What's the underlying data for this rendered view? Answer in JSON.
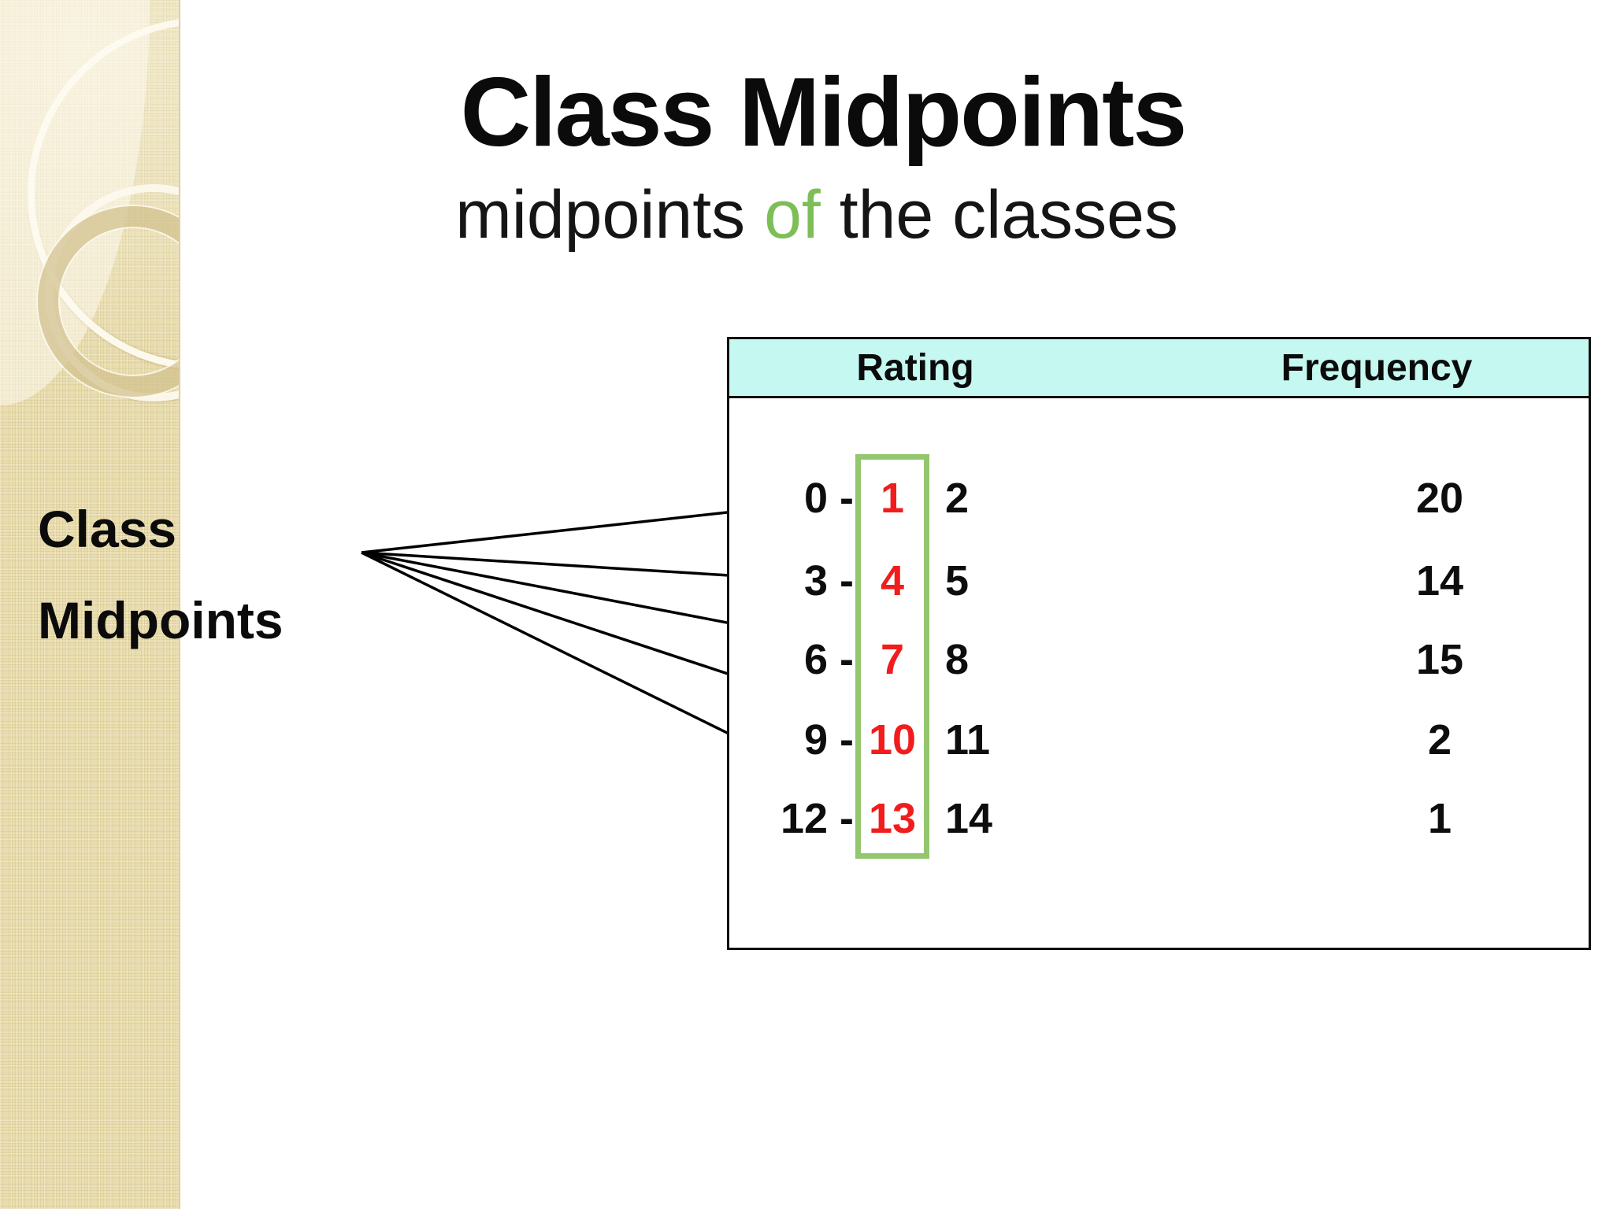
{
  "slide": {
    "title": "Class Midpoints",
    "subtitle_pre": "midpoints ",
    "subtitle_highlight": "of",
    "subtitle_post": " the classes",
    "label_line1": "Class",
    "label_line2": "Midpoints"
  },
  "table": {
    "headers": {
      "rating": "Rating",
      "frequency": "Frequency"
    },
    "rows": [
      {
        "low": "0 -",
        "mid": "1",
        "high": "2",
        "freq": "20"
      },
      {
        "low": "3 -",
        "mid": "4",
        "high": "5",
        "freq": "14"
      },
      {
        "low": "6 -",
        "mid": "7",
        "high": "8",
        "freq": "15"
      },
      {
        "low": "9 -",
        "mid": "10",
        "high": "11",
        "freq": "2"
      },
      {
        "low": "12 -",
        "mid": "13",
        "high": "14",
        "freq": "1"
      }
    ]
  },
  "colors": {
    "header_background": "#c5f8f0",
    "midpoint_red": "#f11d1d",
    "highlight_box_green": "#93c66f",
    "subtitle_of_green": "#7dbe58",
    "sidebar_beige": "#e9ddae"
  }
}
